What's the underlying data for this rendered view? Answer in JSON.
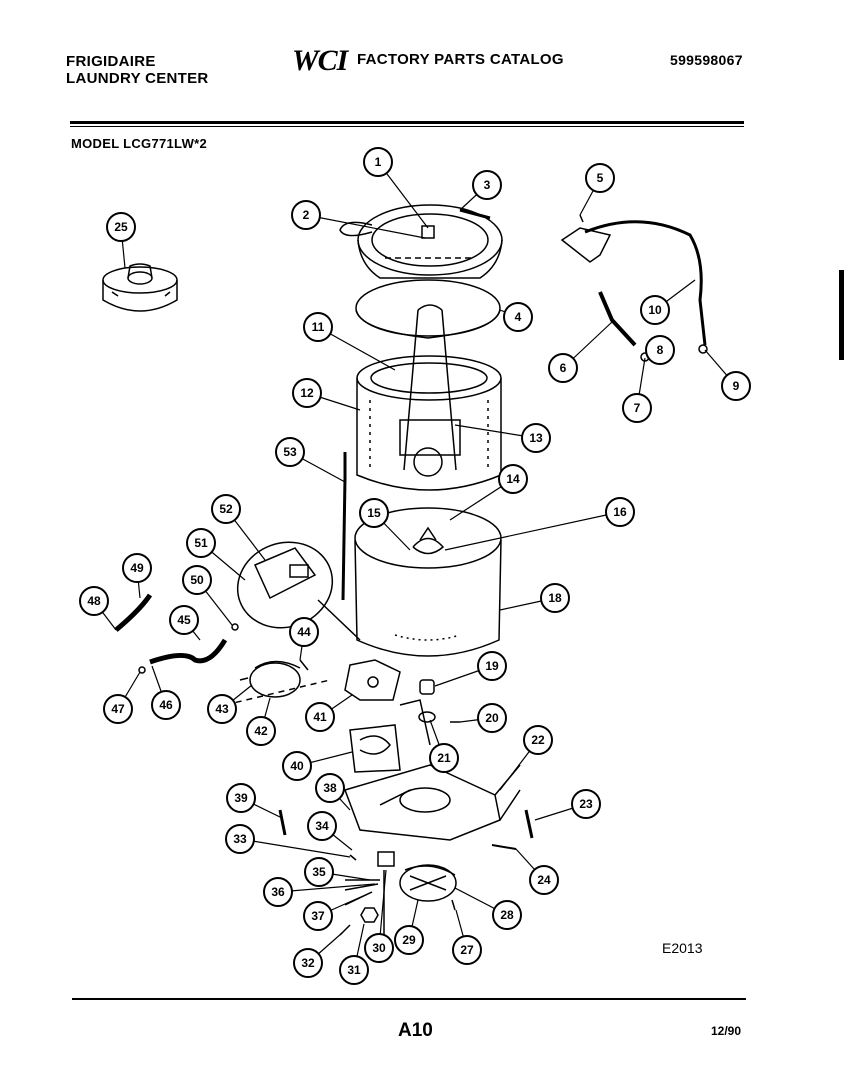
{
  "header": {
    "brand_line1": "FRIGIDAIRE",
    "brand_line2": "LAUNDRY CENTER",
    "logo": "WCI",
    "catalog_title": "FACTORY PARTS CATALOG",
    "catalog_number": "599598067",
    "model": "MODEL LCG771LW*2"
  },
  "diagram": {
    "callouts": [
      "1",
      "2",
      "3",
      "4",
      "5",
      "6",
      "7",
      "8",
      "9",
      "10",
      "11",
      "12",
      "13",
      "14",
      "15",
      "16",
      "18",
      "19",
      "20",
      "21",
      "22",
      "23",
      "24",
      "25",
      "27",
      "28",
      "29",
      "30",
      "31",
      "32",
      "33",
      "34",
      "35",
      "36",
      "37",
      "38",
      "39",
      "40",
      "41",
      "42",
      "43",
      "44",
      "45",
      "46",
      "47",
      "48",
      "49",
      "50",
      "51",
      "52",
      "53"
    ],
    "drawing_code": "E2013"
  },
  "footer": {
    "page": "A10",
    "date": "12/90"
  }
}
